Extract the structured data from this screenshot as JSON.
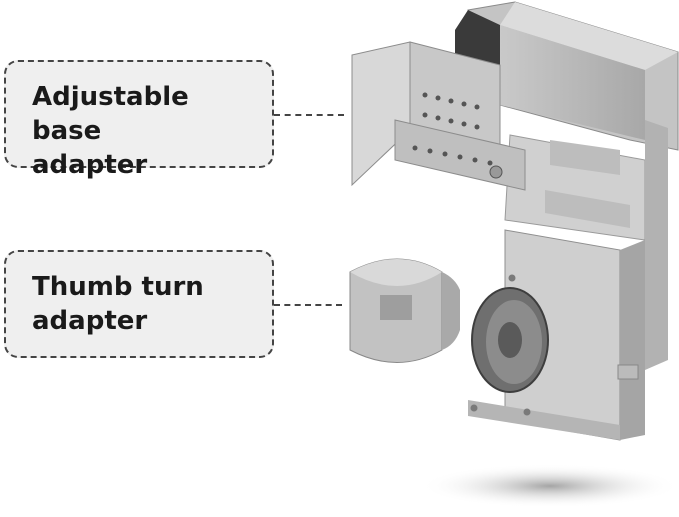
{
  "callouts": [
    {
      "id": "base",
      "lines": [
        "Adjustable base",
        "adapter"
      ]
    },
    {
      "id": "thumb",
      "lines": [
        "Thumb turn",
        "adapter"
      ]
    }
  ],
  "colors": {
    "callout_bg": "#efefef",
    "callout_border": "#444444",
    "metal_light": "#d4d4d4",
    "metal_mid": "#b8b8b8",
    "metal_dark": "#8f8f8f"
  },
  "icons": {
    "product": "smart-lock-retrofit-assembly",
    "base_adapter": "bracket-adapter",
    "thumb_adapter": "thumb-turn-cup"
  }
}
